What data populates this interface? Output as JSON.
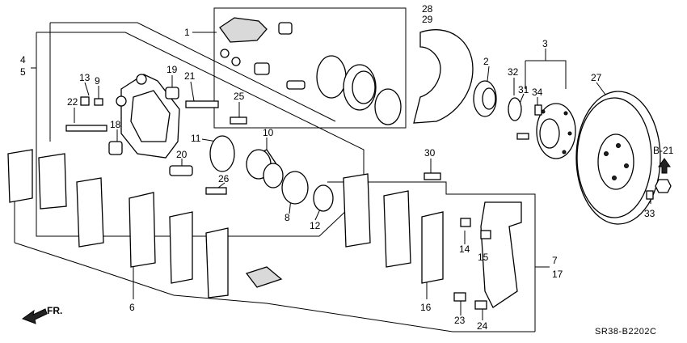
{
  "callouts": {
    "c1": "1",
    "c2": "2",
    "c3": "3",
    "c4": "4",
    "c5": "5",
    "c6": "6",
    "c7": "7",
    "c8": "8",
    "c9": "9",
    "c10": "10",
    "c11": "11",
    "c12": "12",
    "c13": "13",
    "c14": "14",
    "c15": "15",
    "c16": "16",
    "c17": "17",
    "c18": "18",
    "c19": "19",
    "c20": "20",
    "c21": "21",
    "c22": "22",
    "c23": "23",
    "c24": "24",
    "c25": "25",
    "c26": "26",
    "c27": "27",
    "c28": "28",
    "c29": "29",
    "c30": "30",
    "c31": "31",
    "c32": "32",
    "c33": "33",
    "c34": "34"
  },
  "reference": "B-21",
  "direction_label": "FR.",
  "diagram_code": "SR38-B2202C"
}
